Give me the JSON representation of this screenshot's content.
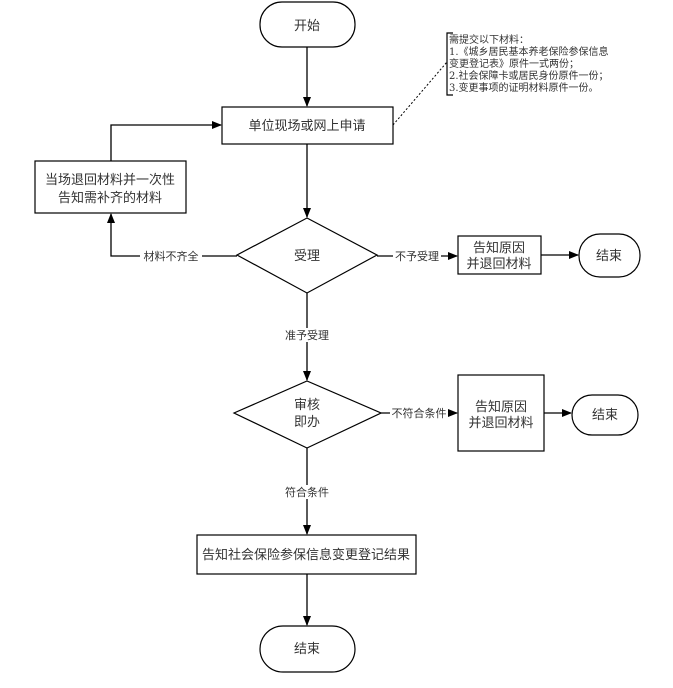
{
  "diagram": {
    "type": "flowchart",
    "nodes": {
      "start": {
        "label": "开始",
        "shape": "terminal"
      },
      "apply": {
        "label": "单位现场或网上申请",
        "shape": "process"
      },
      "return_materials": {
        "lines": [
          "当场退回材料并一次性",
          "告知需补齐的材料"
        ],
        "shape": "process"
      },
      "accept": {
        "label": "受理",
        "shape": "decision"
      },
      "reject1": {
        "lines": [
          "告知原因",
          "并退回材料"
        ],
        "shape": "process"
      },
      "end1": {
        "label": "结束",
        "shape": "terminal"
      },
      "review": {
        "lines": [
          "审核",
          "即办"
        ],
        "shape": "decision"
      },
      "reject2": {
        "lines": [
          "告知原因",
          "并退回材料"
        ],
        "shape": "process"
      },
      "end2": {
        "label": "结束",
        "shape": "terminal"
      },
      "notify": {
        "label": "告知社会保险参保信息变更登记结果",
        "shape": "process"
      },
      "end3": {
        "label": "结束",
        "shape": "terminal"
      }
    },
    "edges": [
      {
        "from": "start",
        "to": "apply",
        "label": ""
      },
      {
        "from": "apply",
        "to": "accept",
        "label": ""
      },
      {
        "from": "accept",
        "to": "return_materials",
        "label": "材料不齐全"
      },
      {
        "from": "return_materials",
        "to": "apply",
        "label": ""
      },
      {
        "from": "accept",
        "to": "reject1",
        "label": "不予受理"
      },
      {
        "from": "reject1",
        "to": "end1",
        "label": ""
      },
      {
        "from": "accept",
        "to": "review",
        "label": "准予受理"
      },
      {
        "from": "review",
        "to": "reject2",
        "label": "不符合条件"
      },
      {
        "from": "reject2",
        "to": "end2",
        "label": ""
      },
      {
        "from": "review",
        "to": "notify",
        "label": "符合条件"
      },
      {
        "from": "notify",
        "to": "end3",
        "label": ""
      }
    ],
    "annotation": {
      "attached_to": "apply",
      "lines": [
        "需提交以下材料：",
        "1.《城乡居民基本养老保险参保信息",
        "变更登记表》原件一式两份；",
        "2.社会保障卡或居民身份原件一份；",
        "3.变更事项的证明材料原件一份。"
      ]
    },
    "colors": {
      "stroke": "#000000",
      "text": "#333333",
      "background": "#ffffff"
    }
  }
}
